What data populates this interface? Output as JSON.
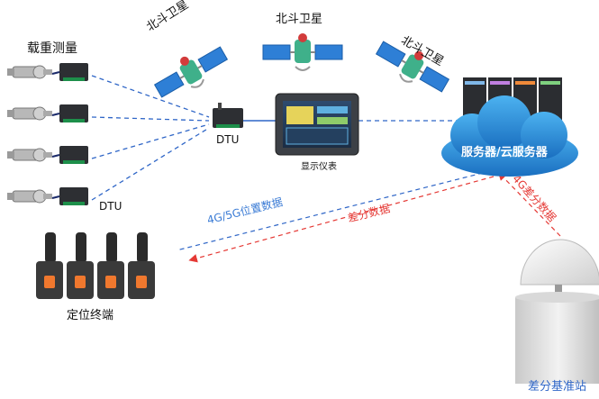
{
  "labels": {
    "load_measure": "载重测量",
    "sat_left": "北斗卫星",
    "sat_mid": "北斗卫星",
    "sat_right": "北斗卫星",
    "dtu_center": "DTU",
    "dtu_left": "DTU",
    "display": "显示仪表",
    "server": "服务器/云服务器",
    "data_4g5g": "4G/5G位置数据",
    "diff_data": "差分数据",
    "diff_4g": "4G差分数据",
    "terminals": "定位终端",
    "base_station": "差分基准站"
  },
  "colors": {
    "blue_link": "#2f66c7",
    "red_link": "#e53935",
    "cloud_fill": "#2c90d8",
    "text_blue": "#3a7bd5",
    "text_red": "#e53935"
  }
}
